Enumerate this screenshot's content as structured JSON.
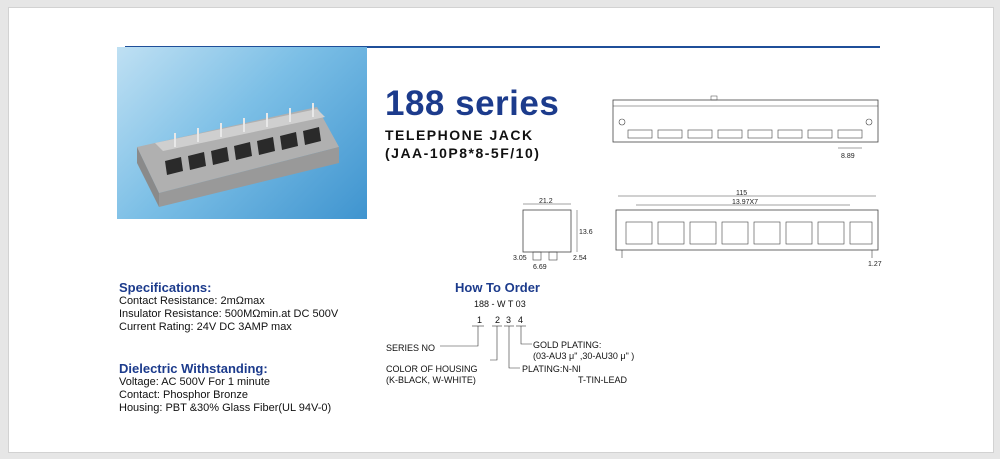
{
  "header": {
    "title": "188 series",
    "subtitle": "TELEPHONE JACK",
    "part_number": "(JAA-10P8*8-5F/10)"
  },
  "drawings": {
    "top_view": {
      "pitch": "8.89"
    },
    "side_view": {
      "width": "21.2",
      "height": "13.6",
      "dim_a": "3.05",
      "dim_b": "6.69",
      "dim_c": "2.54"
    },
    "front_view": {
      "length": "115",
      "spacing": "13.97X7",
      "foot": "1.27"
    }
  },
  "specifications": {
    "heading": "Specifications:",
    "lines": [
      "Contact Resistance: 2mΩmax",
      "Insulator Resistance: 500MΩmin.at DC 500V",
      "Current Rating: 24V DC 3AMP max"
    ]
  },
  "dielectric": {
    "heading": "Dielectric Withstanding:",
    "lines": [
      "Voltage: AC 500V For 1 minute",
      "Contact:  Phosphor Bronze",
      "Housing: PBT &30% Glass Fiber(UL 94V-0)"
    ]
  },
  "how_to_order": {
    "heading": "How To Order",
    "code": "188 - W T 03",
    "positions": [
      "1",
      "2",
      "3",
      "4"
    ],
    "series_no": "SERIES NO",
    "color_housing": [
      "COLOR OF HOUSING",
      "(K-BLACK, W-WHITE)"
    ],
    "gold_plating": [
      "GOLD PLATING:",
      "(03-AU3 μ\"  ,30-AU30 μ\"  )"
    ],
    "plating": [
      "PLATING:N-NI",
      "T-TIN-LEAD"
    ]
  },
  "colors": {
    "accent": "#1c3b8c",
    "rule": "#1f4f99"
  }
}
